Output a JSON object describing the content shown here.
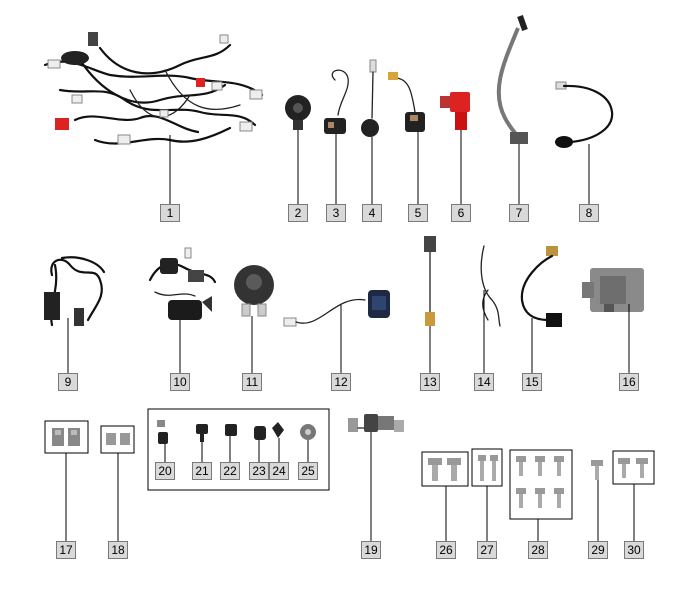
{
  "diagram": {
    "callouts": [
      "1",
      "2",
      "3",
      "4",
      "5",
      "6",
      "7",
      "8",
      "9",
      "10",
      "11",
      "12",
      "13",
      "14",
      "15",
      "16",
      "17",
      "18",
      "19",
      "20",
      "21",
      "22",
      "23",
      "24",
      "25",
      "26",
      "27",
      "28",
      "29",
      "30"
    ]
  },
  "parts": [
    {
      "id": "1",
      "icon": "wiring-harness-icon"
    },
    {
      "id": "2",
      "icon": "horn-icon"
    },
    {
      "id": "3",
      "icon": "starter-relay-icon"
    },
    {
      "id": "4",
      "icon": "sensor-icon"
    },
    {
      "id": "5",
      "icon": "relay-icon"
    },
    {
      "id": "6",
      "icon": "fuse-holder-icon"
    },
    {
      "id": "7",
      "icon": "battery-cable-icon"
    },
    {
      "id": "8",
      "icon": "ground-cable-icon"
    },
    {
      "id": "9",
      "icon": "sub-harness-icon"
    },
    {
      "id": "10",
      "icon": "ignition-switch-icon"
    },
    {
      "id": "11",
      "icon": "flasher-relay-icon"
    },
    {
      "id": "12",
      "icon": "speed-sensor-icon"
    },
    {
      "id": "13",
      "icon": "temperature-sensor-icon"
    },
    {
      "id": "14",
      "icon": "lead-wire-icon"
    },
    {
      "id": "15",
      "icon": "oxygen-sensor-icon"
    },
    {
      "id": "16",
      "icon": "control-unit-icon"
    },
    {
      "id": "17",
      "icon": "damper-pair-icon"
    },
    {
      "id": "18",
      "icon": "grommet-pair-icon"
    },
    {
      "id": "19",
      "icon": "switch-assembly-icon"
    },
    {
      "id": "20",
      "icon": "small-switch-icon"
    },
    {
      "id": "21",
      "icon": "small-switch-icon"
    },
    {
      "id": "22",
      "icon": "small-switch-icon"
    },
    {
      "id": "23",
      "icon": "small-switch-icon"
    },
    {
      "id": "24",
      "icon": "small-switch-icon"
    },
    {
      "id": "25",
      "icon": "small-switch-icon"
    },
    {
      "id": "26",
      "icon": "bolt-pair-icon"
    },
    {
      "id": "27",
      "icon": "bolt-pair-icon"
    },
    {
      "id": "28",
      "icon": "bolt-set-icon"
    },
    {
      "id": "29",
      "icon": "bolt-icon"
    },
    {
      "id": "30",
      "icon": "bolt-pair-icon"
    }
  ]
}
